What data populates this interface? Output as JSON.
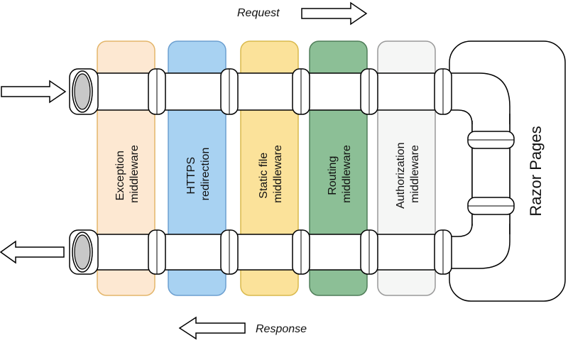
{
  "request_label": "Request",
  "response_label": "Response",
  "endpoint": {
    "label": "Razor Pages",
    "fill": "#ffffff",
    "stroke": "#000000"
  },
  "middleware": [
    {
      "line1": "Exception",
      "line2": "middleware",
      "fill": "#fde8d2",
      "stroke": "#e3b56a"
    },
    {
      "line1": "HTTPS",
      "line2": "redirection",
      "fill": "#a8d2f2",
      "stroke": "#6c9fd0"
    },
    {
      "line1": "Static file",
      "line2": "middleware",
      "fill": "#fbe29a",
      "stroke": "#d9b94c"
    },
    {
      "line1": "Routing",
      "line2": "middleware",
      "fill": "#8cbf96",
      "stroke": "#4f7d58"
    },
    {
      "line1": "Authorization",
      "line2": "middleware",
      "fill": "#f5f6f5",
      "stroke": "#999999"
    }
  ],
  "colors": {
    "pipe_fill": "#ffffff",
    "pipe_stroke": "#000000",
    "pipe_opening": "#c8c8c8"
  },
  "icons": {
    "request_direction": "arrow-right-icon",
    "response_direction": "arrow-left-icon",
    "incoming": "arrow-right-icon",
    "outgoing": "arrow-left-icon"
  }
}
